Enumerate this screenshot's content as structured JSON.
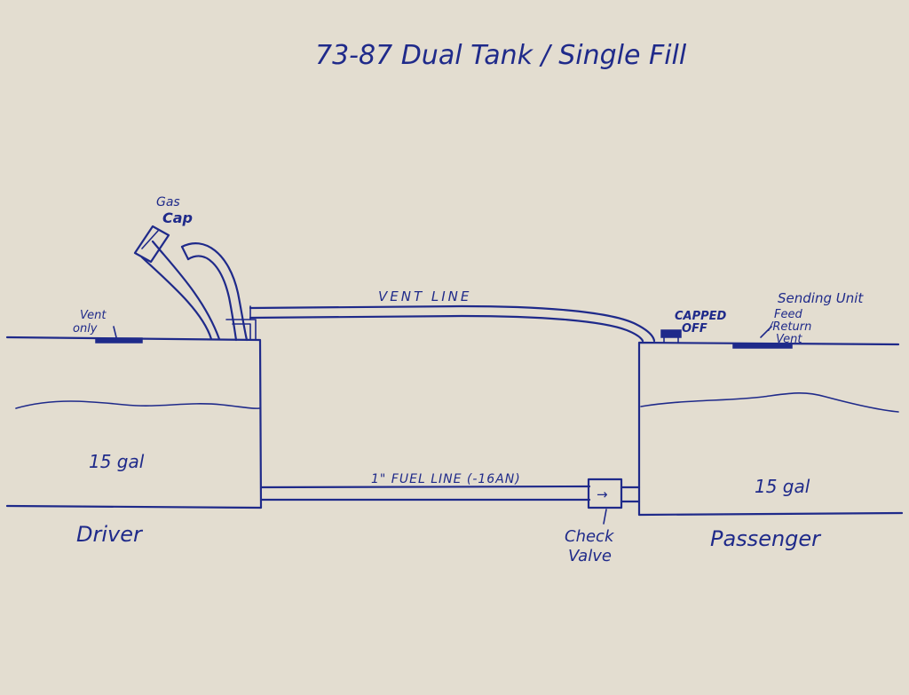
{
  "title": "73-87   Dual Tank / Single Fill",
  "ink_color": "#1f2a8a",
  "paper_color": "#e3ddd0",
  "labels": {
    "gas_cap_1": "Gas",
    "gas_cap_2": "Cap",
    "vent_only_1": "Vent",
    "vent_only_2": "only",
    "vent_line": "VENT LINE",
    "capped_1": "CAPPED",
    "capped_2": "OFF",
    "sending_1": "Sending Unit",
    "sending_2": "Feed",
    "sending_3": "/Return",
    "sending_4": "Vent",
    "fuel_line": "1\" FUEL LINE (-16AN)",
    "check_1": "Check",
    "check_2": "Valve",
    "check_symbol": "→"
  },
  "tanks": {
    "driver": {
      "name": "Driver",
      "capacity": "15 gal"
    },
    "passenger": {
      "name": "Passenger",
      "capacity": "15 gal"
    }
  }
}
